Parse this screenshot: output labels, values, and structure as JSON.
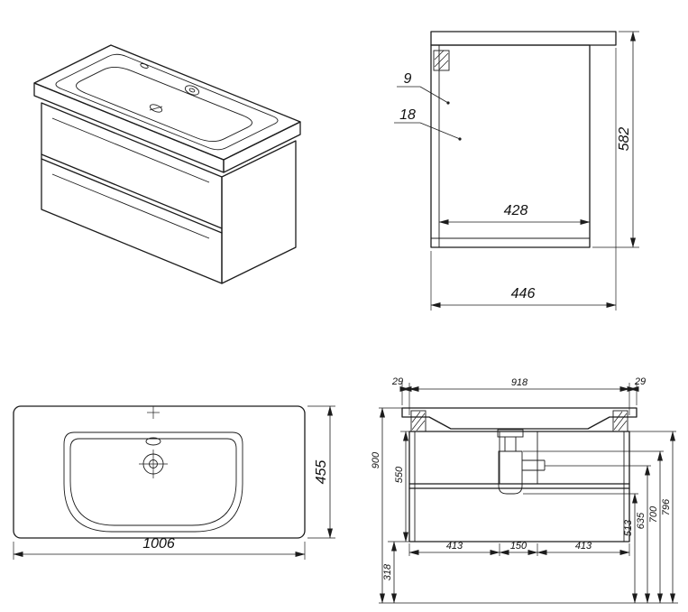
{
  "drawing": {
    "side_view": {
      "top_thickness": "9",
      "panel_thickness": "18",
      "height": "582",
      "inner_depth": "428",
      "total_depth": "446"
    },
    "top_view": {
      "width": "1006",
      "depth": "455"
    },
    "front_view": {
      "left_offset": "29",
      "inner_width": "918",
      "right_offset": "29",
      "total_height": "900",
      "cabinet_height": "550",
      "bottom_clearance": "318",
      "left_drawer_width": "413",
      "siphon_gap": "150",
      "right_drawer_width": "413",
      "trap_bottom_height": "513",
      "outlet_height": "635",
      "trap_top_height": "700",
      "cabinet_top_height": "796"
    }
  }
}
